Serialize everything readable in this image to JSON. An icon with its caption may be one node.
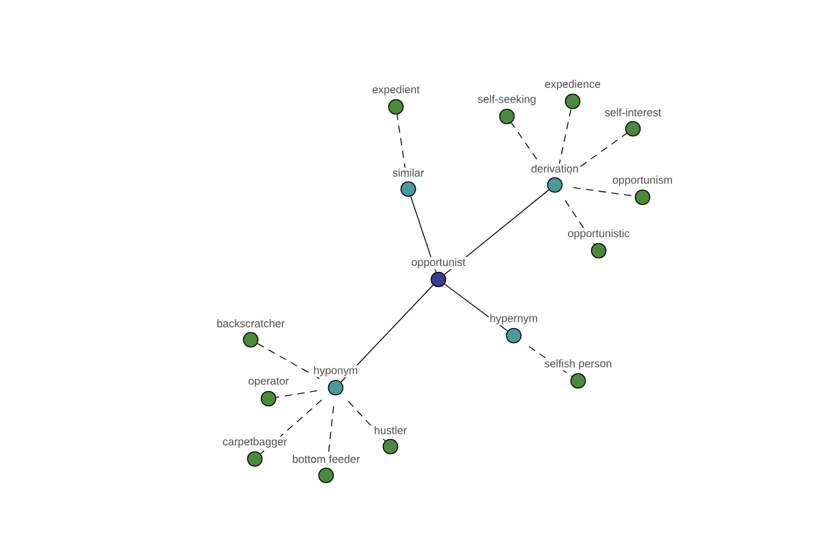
{
  "diagram": {
    "nodes": [
      {
        "text": [
          "opportunist"
        ]
      },
      {
        "text": [
          "similar"
        ]
      },
      {
        "text": [
          "expedient"
        ]
      },
      {
        "text": [
          "derivation"
        ]
      },
      {
        "text": [
          "self-seeking"
        ]
      },
      {
        "text": [
          "expedience"
        ]
      },
      {
        "text": [
          "self-interest"
        ]
      },
      {
        "text": [
          "opportunism"
        ]
      },
      {
        "text": [
          "opportunistic"
        ]
      },
      {
        "text": [
          "hypernym"
        ]
      },
      {
        "text": [
          "selfish person"
        ]
      },
      {
        "text": [
          "hyponym"
        ]
      },
      {
        "text": [
          "backscratcher"
        ]
      },
      {
        "text": [
          "operator"
        ]
      },
      {
        "text": [
          "carpetbagger"
        ]
      },
      {
        "text": [
          "bottom feeder"
        ]
      },
      {
        "text": [
          "hustler"
        ]
      }
    ],
    "edges": [
      {
        "from": 0,
        "to": 1,
        "arrow": "none"
      },
      {
        "from": 1,
        "to": 2,
        "arrow": "none",
        "style": "dashed"
      },
      {
        "from": 0,
        "to": 3,
        "arrow": "none"
      },
      {
        "from": 3,
        "to": 4,
        "arrow": "none",
        "style": "dashed"
      },
      {
        "from": 3,
        "to": 5,
        "arrow": "none",
        "style": "dashed"
      },
      {
        "from": 3,
        "to": 6,
        "arrow": "none",
        "style": "dashed"
      },
      {
        "from": 3,
        "to": 7,
        "arrow": "none",
        "style": "dashed"
      },
      {
        "from": 3,
        "to": 8,
        "arrow": "none",
        "style": "dashed"
      },
      {
        "from": 0,
        "to": 9,
        "arrow": "none"
      },
      {
        "from": 9,
        "to": 10,
        "arrow": "none",
        "style": "dashed"
      },
      {
        "from": 0,
        "to": 11,
        "arrow": "none"
      },
      {
        "from": 11,
        "to": 12,
        "arrow": "none",
        "style": "dashed"
      },
      {
        "from": 11,
        "to": 13,
        "arrow": "none",
        "style": "dashed"
      },
      {
        "from": 11,
        "to": 14,
        "arrow": "none",
        "style": "dashed"
      },
      {
        "from": 11,
        "to": 15,
        "arrow": "none",
        "style": "dashed"
      },
      {
        "from": 11,
        "to": 16,
        "arrow": "none",
        "style": "dashed"
      }
    ]
  }
}
